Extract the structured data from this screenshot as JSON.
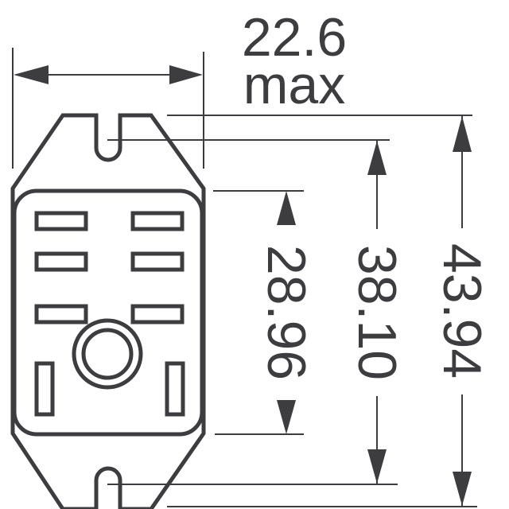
{
  "drawing": {
    "type": "relay socket outline dimension drawing",
    "stroke_color": "#3d3d3f",
    "background": "#ffffff"
  },
  "dimensions": {
    "width": {
      "value": "22.6",
      "qualifier": "max"
    },
    "inner_height": {
      "value": "28.96"
    },
    "slot_height": {
      "value": "38.10"
    },
    "overall_height": {
      "value": "43.94"
    }
  },
  "features": {
    "pin_slots_horizontal": 6,
    "pin_slots_vertical": 2,
    "center_post": 1,
    "mounting_slots": 2
  }
}
